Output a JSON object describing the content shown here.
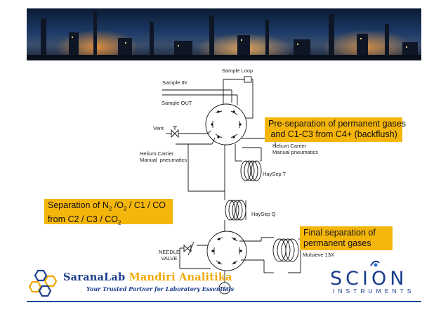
{
  "diagram": {
    "labels": {
      "sample_loop": "Sample Loop",
      "sample_in": "Sample IN",
      "sample_out": "Sample OUT",
      "vent": "Vent",
      "helium_left": "Helium Carrier\nManual  pneumatics",
      "helium_right": "Helium Carrier\nManual pneumatics",
      "haysep_t": "HaySep T",
      "haysep_q": "HaySep Q",
      "needle_valve": "NEEDLE\nVALVE",
      "molsieve": "Molsieve 13X",
      "tcd": "TCD"
    },
    "callouts": {
      "pre_separation": "Pre-separation of permanent gases\n and C1-C3 from C4+ (backflush)",
      "separation": {
        "prefix": "Separation of N",
        "sub1": "2",
        "mid1": " /O",
        "sub2": "2",
        "mid2": " / C1 / CO",
        "line2_prefix": "from  C2 / C3 / CO",
        "sub3": "2"
      },
      "final": "Final separation of\npermanent gases"
    }
  },
  "footer": {
    "saranalab_name_a": "SaranaLab ",
    "saranalab_name_b": "Mandiri Analitika",
    "saranalab_tagline": "Your Trusted Partner for Laboratory Essentials",
    "scion_word": "SCION",
    "scion_sub": "INSTRUMENTS"
  },
  "colors": {
    "callout_bg": "#f5b60c",
    "brand_blue": "#1d3f8f",
    "brand_orange": "#f0a800"
  }
}
